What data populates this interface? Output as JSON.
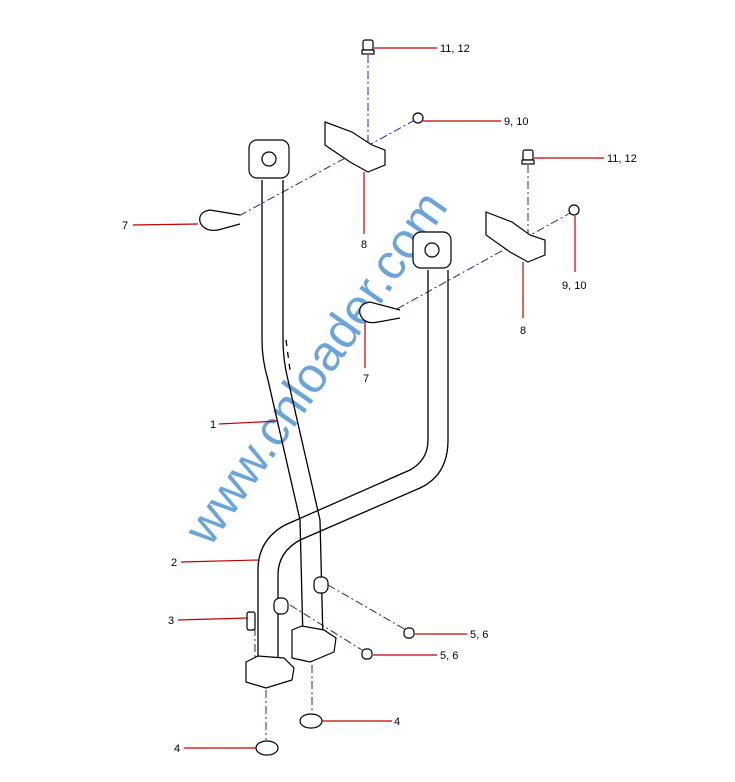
{
  "diagram": {
    "callouts": {
      "bolt_top_left": "11, 12",
      "nut_top_left": "9, 10",
      "bracket_left": "8",
      "ubolt_left": "7",
      "bolt_top_right": "11, 12",
      "nut_top_right": "9, 10",
      "bracket_right": "8",
      "ubolt_right": "7",
      "pipe_1": "1",
      "pipe_2": "2",
      "screw": "3",
      "plug_upper": "5, 6",
      "plug_lower": "5, 6",
      "oring_right": "4",
      "oring_left": "4"
    },
    "watermark": "www.cnloader.com",
    "colors": {
      "leader": "#c00000",
      "axis": "#2222aa",
      "watermark": "#5b9bd5"
    }
  }
}
